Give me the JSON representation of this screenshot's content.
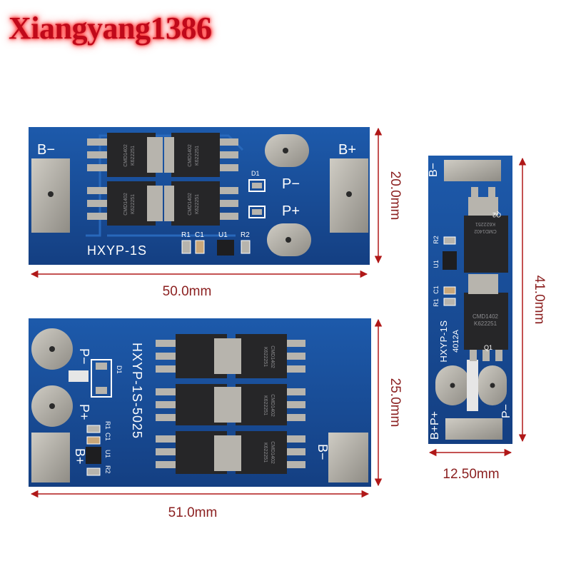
{
  "watermark": "Xiangyang1386",
  "boards": {
    "top_left": {
      "label_b_minus": "B−",
      "label_b_plus": "B+",
      "label_p_minus": "P−",
      "label_p_plus": "P+",
      "model": "HXYP-1S",
      "d1": "D1",
      "r1": "R1",
      "c1": "C1",
      "u1": "U1",
      "r2": "R2",
      "chip_text_1": "CMD1402",
      "chip_text_2": "K622251",
      "width_dim": "50.0mm",
      "height_dim": "20.0mm"
    },
    "bottom_left": {
      "label_p_minus": "P−",
      "label_p_plus": "P+",
      "label_b_plus": "B+",
      "label_b_minus": "B−",
      "model": "HXYP-1S-5025",
      "d1": "D1",
      "r1": "R1",
      "c1": "C1",
      "u1": "U1",
      "r2": "R2",
      "chip_text_1": "CMD1402",
      "chip_text_2": "K622251",
      "width_dim": "51.0mm",
      "height_dim": "25.0mm"
    },
    "right": {
      "label_b_minus": "B−",
      "label_b_plus_p_plus": "B+P+",
      "label_p_minus": "P−",
      "model": "HXYP-1S",
      "model_sub": "4012A",
      "q1": "Q1",
      "q2": "Q2",
      "r2": "R2",
      "u1": "U1",
      "c1": "C1",
      "r1": "R1",
      "chip_text_1": "CMD1402",
      "chip_text_2": "K622251",
      "width_dim": "12.50mm",
      "height_dim": "41.0mm"
    }
  },
  "colors": {
    "pcb": "#1a4f9a",
    "pcb_dark": "#123d7c",
    "pad": "#b4b1a9",
    "chip": "#262628",
    "dimension": "#b01818"
  }
}
